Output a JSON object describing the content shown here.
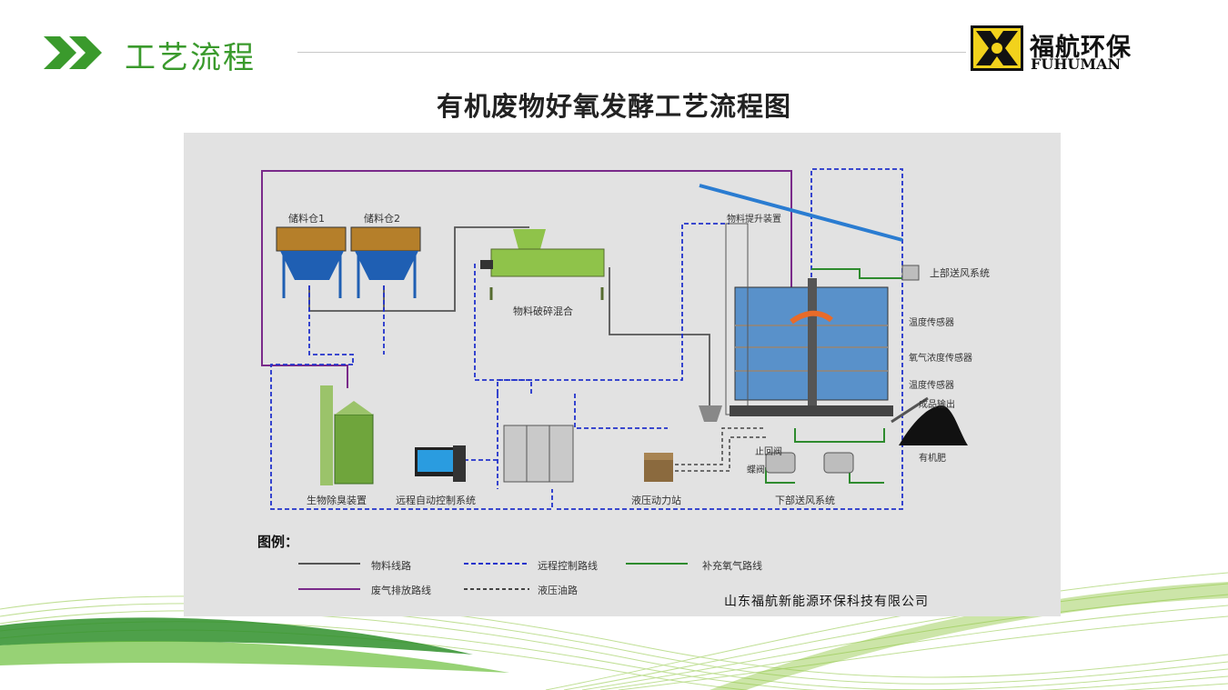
{
  "header": {
    "section_title": "工艺流程",
    "brand_cn": "福航环保",
    "brand_en": "FUHUMAN",
    "accent_color": "#3a9a2c"
  },
  "main_title": "有机废物好氧发酵工艺流程图",
  "diagram": {
    "components": {
      "storage_bin_1": "储料仓1",
      "storage_bin_2": "储料仓2",
      "crusher_mixer": "物料破碎混合",
      "lift_device": "物料提升装置",
      "upper_air": "上部送风系统",
      "temp_sensor_top": "温度传感器",
      "oxygen_sensor": "氧气浓度传感器",
      "temp_sensor_bottom": "温度传感器",
      "product_output": "成品输出",
      "organic_fertilizer": "有机肥",
      "check_valve": "止回阀",
      "butterfly_valve": "蝶阀",
      "lower_air": "下部送风系统",
      "hydraulic_station": "液压动力站",
      "remote_control": "远程自动控制系统",
      "bio_deodorizer": "生物除臭装置"
    },
    "legend": {
      "title": "图例：",
      "material_line": "物料线路",
      "remote_line": "远程控制路线",
      "oxygen_line": "补充氧气路线",
      "exhaust_line": "废气排放路线",
      "hydraulic_line": "液压油路"
    },
    "company": "山东福航新能源环保科技有限公司",
    "colors": {
      "material": "#555555",
      "remote": "#2233cc",
      "oxygen": "#2e8b2e",
      "exhaust": "#7a2a8a",
      "hydraulic": "#444444"
    }
  }
}
